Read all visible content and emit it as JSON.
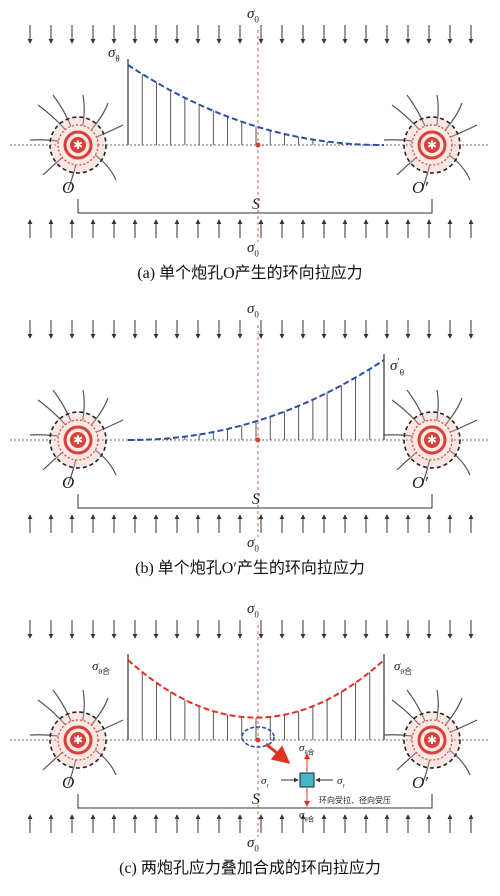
{
  "panels": [
    {
      "id": "a",
      "caption": "(a) 单个炮孔O产生的环向拉应力",
      "top_sigma": "σ",
      "top_sigma_sub": "0",
      "bottom_sigma": "σ",
      "bottom_sigma_sub": "0",
      "curve_label": "σ",
      "curve_label_sub": "θ",
      "curve_label_sup": "",
      "left_hole_label": "O",
      "right_hole_label": "O′",
      "span_label": "S",
      "curve_color": "#2a4fa8",
      "decay": "from-left"
    },
    {
      "id": "b",
      "caption": "(b) 单个炮孔O′产生的环向拉应力",
      "top_sigma": "σ",
      "top_sigma_sub": "0",
      "bottom_sigma": "σ",
      "bottom_sigma_sub": "0",
      "curve_label": "σ",
      "curve_label_sub": "θ",
      "curve_label_sup": "′",
      "left_hole_label": "O",
      "right_hole_label": "O′",
      "span_label": "S",
      "curve_color": "#2a4fa8",
      "decay": "from-right"
    },
    {
      "id": "c",
      "caption": "(c) 两炮孔应力叠加合成的环向拉应力",
      "top_sigma": "σ",
      "top_sigma_sub": "0",
      "bottom_sigma": "σ",
      "bottom_sigma_sub": "0",
      "curve_label": "σ",
      "curve_label_sub": "θ合",
      "curve_label_sup": "",
      "right_curve_label": "σ",
      "right_curve_label_sub": "θ合",
      "left_hole_label": "O",
      "right_hole_label": "O′",
      "span_label": "S",
      "curve_color": "#e0321e",
      "decay": "both",
      "element": {
        "top_label": "σ",
        "top_sub": "θ合",
        "bottom_label": "σ",
        "bottom_sub": "θ合",
        "left_label": "σ",
        "left_sub": "r",
        "right_label": "σ",
        "right_sub": "r",
        "note": "环向受拉、径向受压",
        "fill_color": "#3fb8c8",
        "arrow_color": "#e0321e"
      }
    }
  ],
  "colors": {
    "line": "#333333",
    "centerline": "#b23a2a",
    "crack": "#555555",
    "hole_red": "#d8403a",
    "hole_ring": "#f0b8b0"
  }
}
